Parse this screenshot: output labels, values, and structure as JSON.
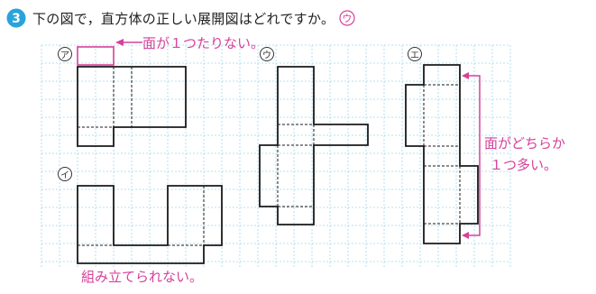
{
  "problem": {
    "number": "3",
    "question": "下の図で，直方体の正しい展開図はどれですか。",
    "answer": "ウ"
  },
  "figures": {
    "a_label": "ア",
    "i_label": "イ",
    "u_label": "ウ",
    "e_label": "エ"
  },
  "annotations": {
    "a_note": "面が１つたりない。",
    "e_note_line1": "面がどちらか",
    "e_note_line2": "１つ多い。",
    "i_note": "組み立てられない。"
  },
  "colors": {
    "badge": "#29a3dc",
    "grid": "#9fd8ee",
    "outline": "#1a1a1a",
    "annotation": "#d6409a"
  }
}
